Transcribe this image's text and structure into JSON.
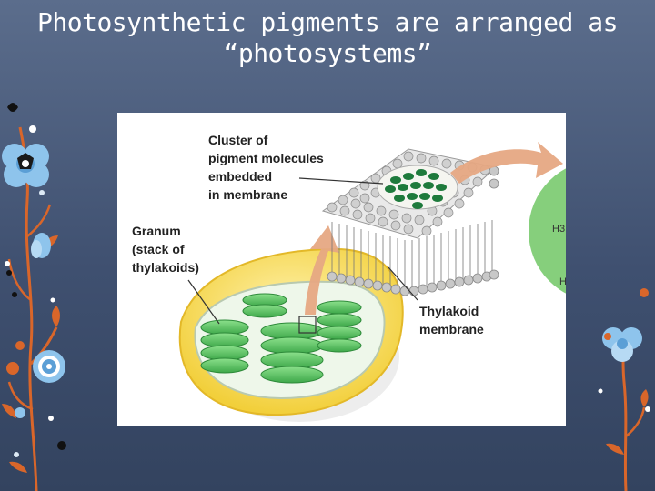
{
  "title": {
    "line1": "Photosynthetic pigments are arranged as",
    "line2": "“photosystems”"
  },
  "figure": {
    "labels": {
      "cluster": [
        "Cluster of",
        "pigment molecules",
        "embedded",
        "in membrane"
      ],
      "granum": [
        "Granum",
        "(stack of",
        "thylakoids)"
      ],
      "thylakoid": [
        "Thylakoid",
        "membrane"
      ]
    },
    "cropped_fragments": [
      "H3",
      "H"
    ]
  },
  "colors": {
    "background": "#4a5a7a",
    "membrane_green": "#5cc25c",
    "pigment_green": "#1e7a3c",
    "arrow_tan": "#e0a07a",
    "chloroplast_yellow": "#f2d54a",
    "flower_blue": "#8ec4ec",
    "flower_orange": "#d9662a"
  }
}
